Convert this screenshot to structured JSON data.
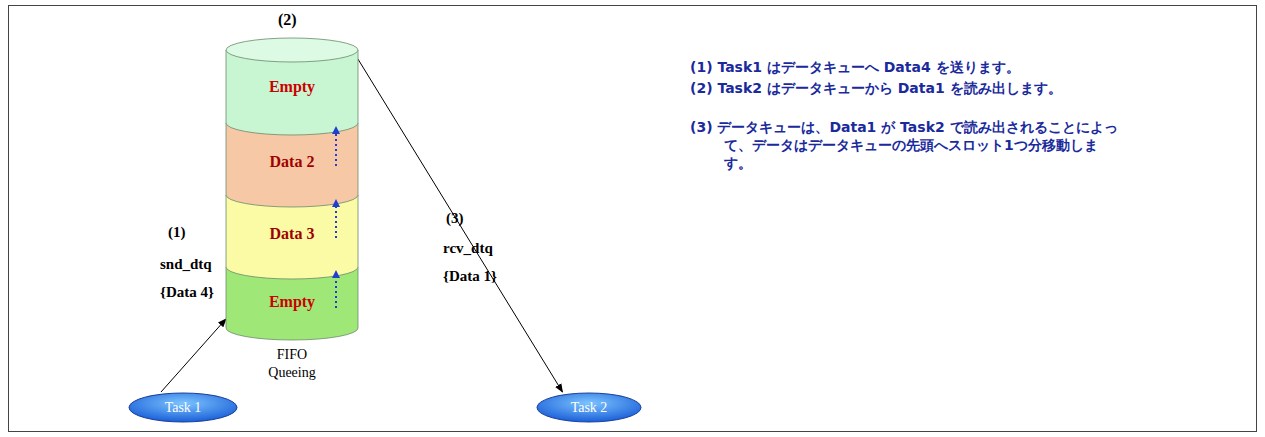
{
  "diagram": {
    "nodes": [
      {
        "text": [
          "FIFO Queeing"
        ]
      },
      {
        "text": [
          "Empty"
        ],
        "in": 0
      },
      {
        "text": [
          "Data 2"
        ],
        "in": 0
      },
      {
        "text": [
          "Data 3"
        ],
        "in": 0
      },
      {
        "text": [
          "Empty"
        ],
        "in": 0
      },
      {
        "text": [
          "Task 1"
        ]
      },
      {
        "text": [
          "Task 2"
        ]
      }
    ],
    "edges": [
      {
        "from": 5,
        "to": 0,
        "arrow": "to"
      },
      {
        "from": 0,
        "to": 6,
        "arrow": "to"
      }
    ],
    "labels": [
      "(2)",
      "(1)",
      "snd_dtq",
      "{Data 4}",
      "(3)",
      "rcv_dtq",
      "{Data 1}",
      "(1) Task1 はデータキューへ Data4 を送ります。",
      "(2) Task2 はデータキューから Data1 を読み出します。",
      "(3) データキューは、Data1 が Task2 で読み出されることによって、データはデータキューの先頭へスロット1つ分移動します。"
    ]
  }
}
